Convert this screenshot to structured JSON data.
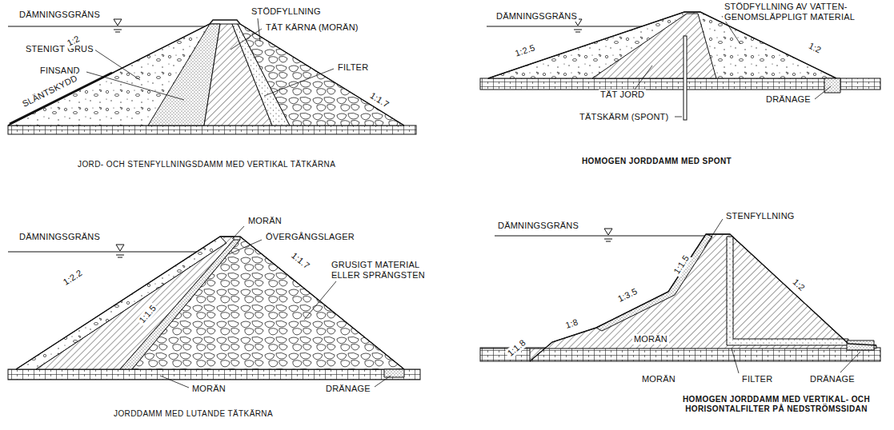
{
  "diagram": {
    "labels": [
      "DÄMNINGSGRÄNS",
      "STÖDFYLLNING",
      "TÄT KÄRNA (MORÄN)",
      "STENIGT GRUS",
      "1:2",
      "FINSAND",
      "FILTER",
      "1:1.7",
      "SLÄNTSKYDD",
      "JORD- OCH STENFYLLNINGSDAMM MED VERTIKAL TÄTKÄRNA",
      "DÄMNINGSGRÄNS",
      "STÖDFYLLNING AV VATTEN- GENOMSLÄPPLIGT MATERIAL",
      "1:2.5",
      "1:2",
      "TÄT JORD",
      "DRÄNAGE",
      "TÄTSKÄRM (SPONT)",
      "HOMOGEN JORDDAMM MED SPONT",
      "DÄMNINGSGRÄNS",
      "MORÄN",
      "ÖVERGÅNGSLAGER",
      "1:2.2",
      "1:1.7",
      "GRUSIGT MATERIAL ELLER SPRÄNGSTEN",
      "1:1.5",
      "MORÄN",
      "DRÄNAGE",
      "JORDDAMM MED LUTANDE TÄTKÄRNA",
      "DÄMNINGSGRÄNS",
      "STENFYLLNING",
      "1:1.5",
      "1:8",
      "1:3.5",
      "1:2",
      "1:1.8",
      "MORÄN",
      "MORÄN",
      "FILTER",
      "DRÄNAGE",
      "HOMOGEN JORDDAMM MED VERTIKAL- OCH HORISONTALFILTER PÅ NEDSTRÖMSSIDAN"
    ]
  }
}
